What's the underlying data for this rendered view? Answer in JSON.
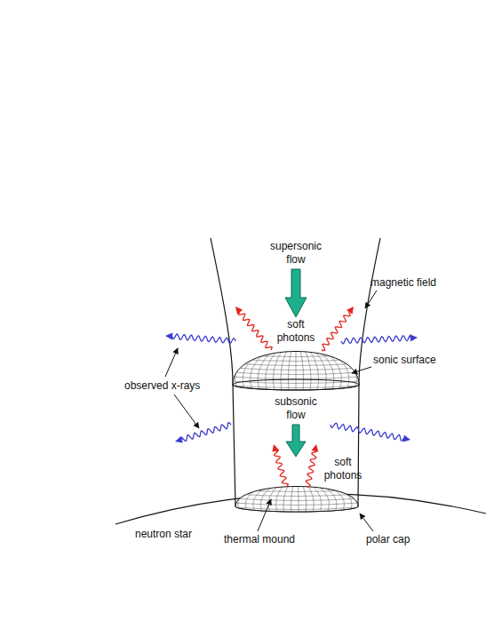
{
  "diagram": {
    "labels": [
      "supersonic flow",
      "magnetic field",
      "soft photons",
      "sonic surface",
      "observed x-rays",
      "subsonic flow",
      "soft photons",
      "neutron star",
      "thermal mound",
      "polar cap"
    ]
  }
}
